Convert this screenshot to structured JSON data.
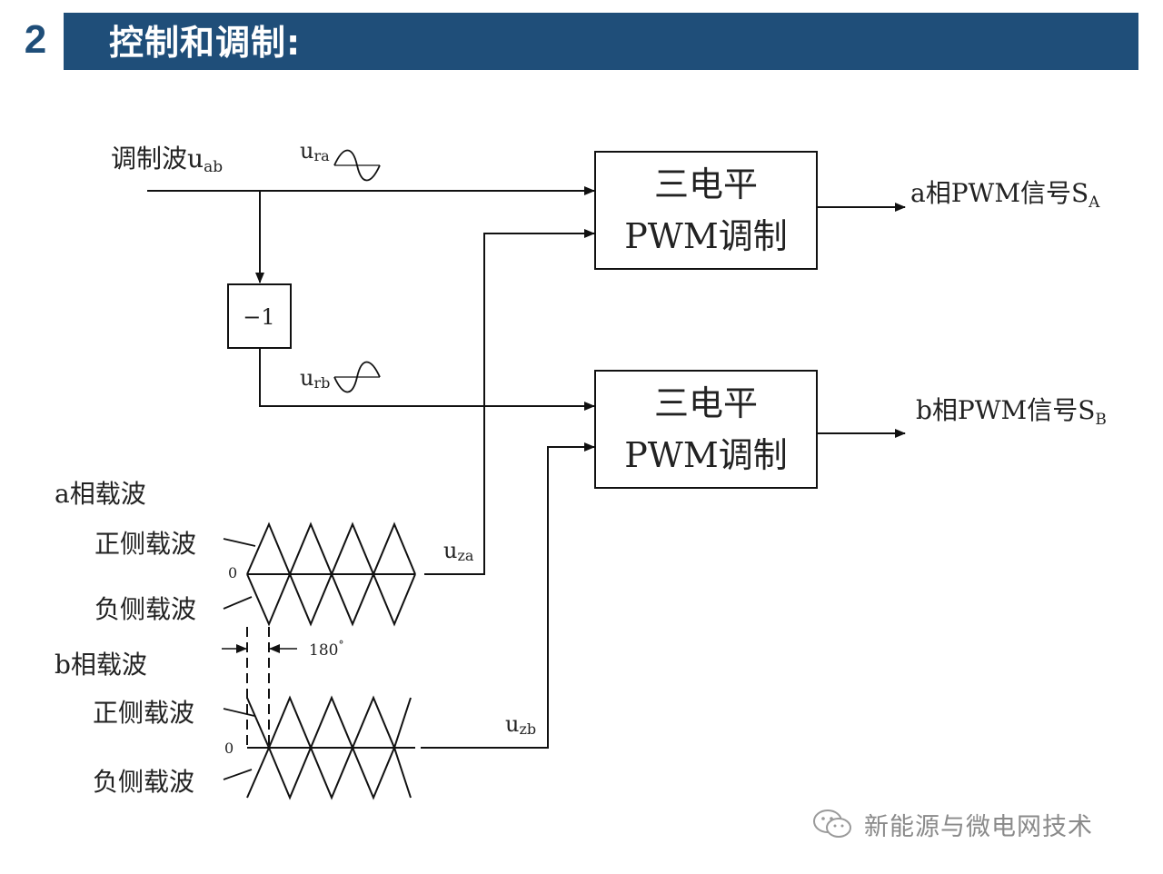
{
  "header": {
    "section_number": "2",
    "title": "控制和调制:",
    "bar_color": "#1f4e79",
    "number_color": "#1f4e79"
  },
  "diagram": {
    "modulation_wave_label": "调制波",
    "modulation_wave_sub": "ab",
    "u": "u",
    "ura_sub": "ra",
    "urb_sub": "rb",
    "uza_sub": "za",
    "uzb_sub": "zb",
    "inverter_label": "−1",
    "block_line1": "三电平",
    "block_line2": "PWM调制",
    "output_a": "a相PWM信号S",
    "output_a_sub": "A",
    "output_b": "b相PWM信号S",
    "output_b_sub": "B",
    "carrier_a_title": "a相载波",
    "carrier_b_title": "b相载波",
    "positive_carrier": "正侧载波",
    "negative_carrier": "负侧载波",
    "zero": "0",
    "phase_shift": "180",
    "phase_shift_unit": "°"
  },
  "watermark": {
    "icon": "wechat-icon",
    "text": "新能源与微电网技术"
  }
}
